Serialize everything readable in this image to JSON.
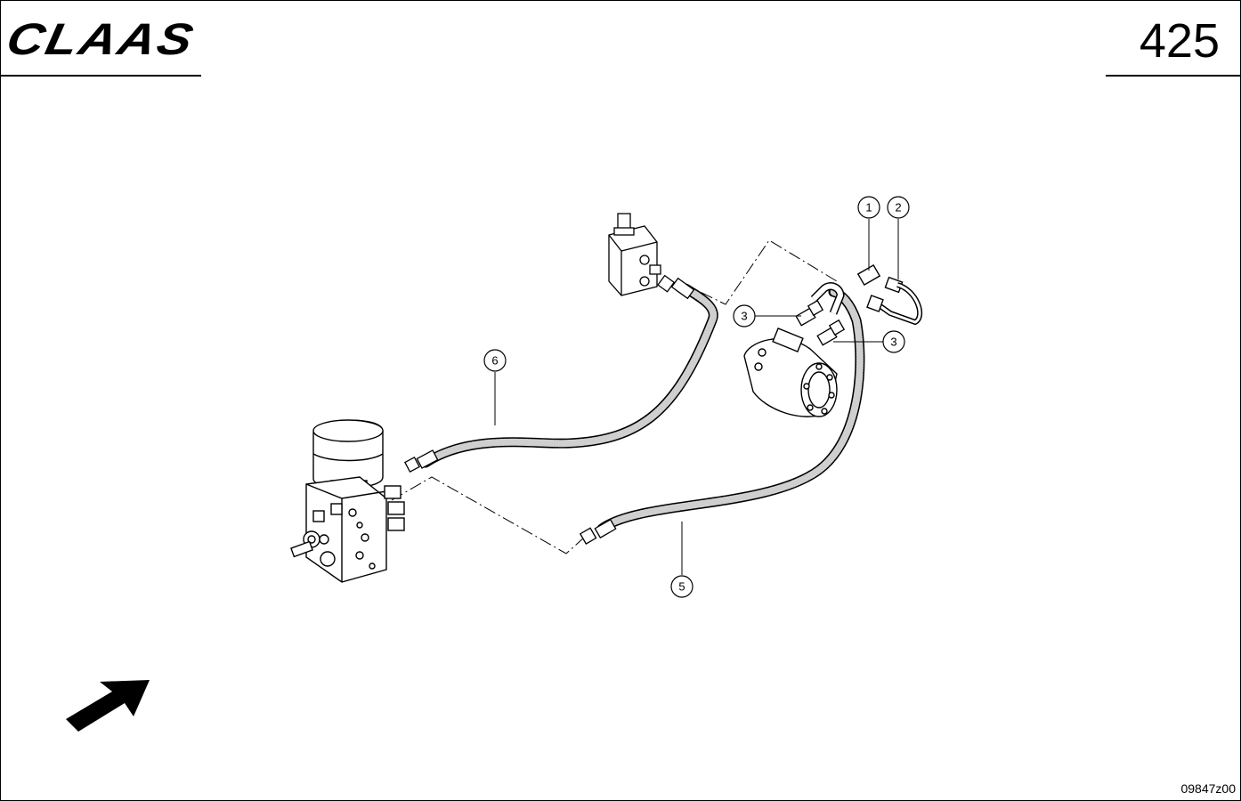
{
  "header": {
    "brand": "CLAAS",
    "page_number": "425"
  },
  "footer": {
    "drawing_code": "09847z00"
  },
  "callouts": {
    "c1": "1",
    "c2": "2",
    "c3a": "3",
    "c3b": "3",
    "c5": "5",
    "c6": "6"
  },
  "icons": {
    "direction_arrow": "arrow-northeast-icon"
  },
  "colors": {
    "line": "#000000",
    "hose_fill": "#d9d9d9",
    "background": "#ffffff"
  }
}
